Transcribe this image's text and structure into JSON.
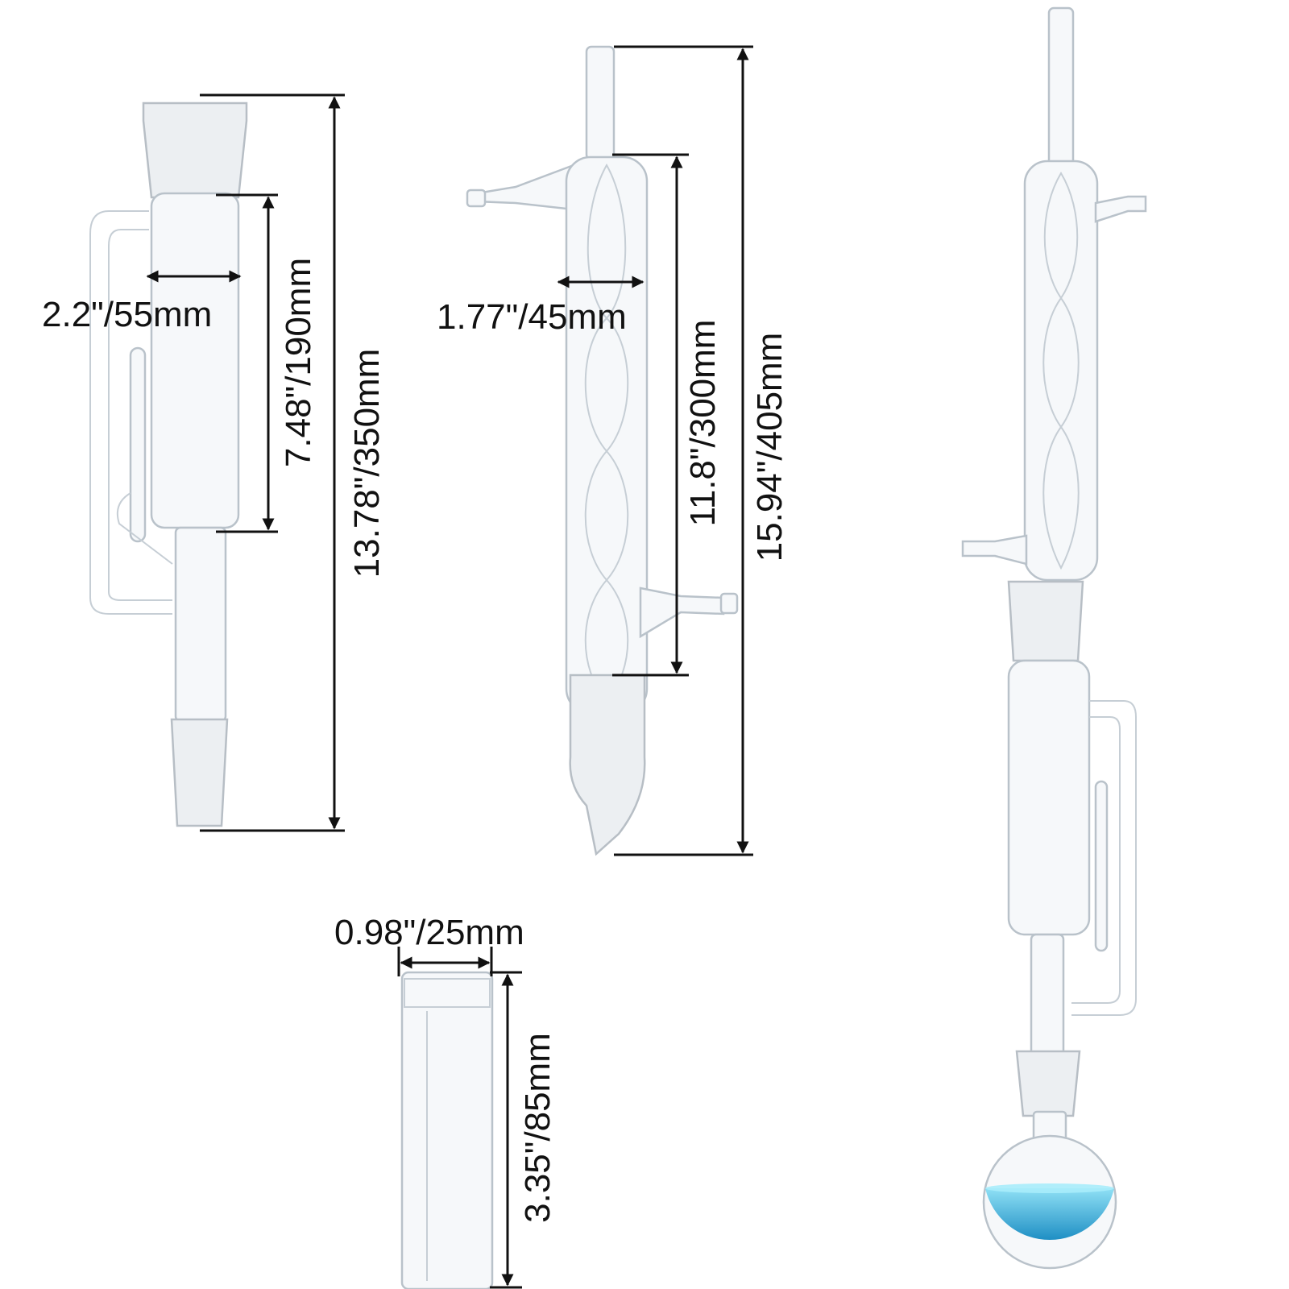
{
  "diagram": {
    "extractor": {
      "width_label": "2.2\"/55mm",
      "chamber_label": "7.48\"/190mm",
      "total_label": "13.78\"/350mm"
    },
    "condenser": {
      "width_label": "1.77\"/45mm",
      "jacket_label": "11.8\"/300mm",
      "total_label": "15.94\"/405mm"
    },
    "thimble": {
      "width_label": "0.98\"/25mm",
      "height_label": "3.35\"/85mm"
    },
    "colors": {
      "liquid": "#5fc8e8",
      "dimension_line": "#111111"
    }
  }
}
